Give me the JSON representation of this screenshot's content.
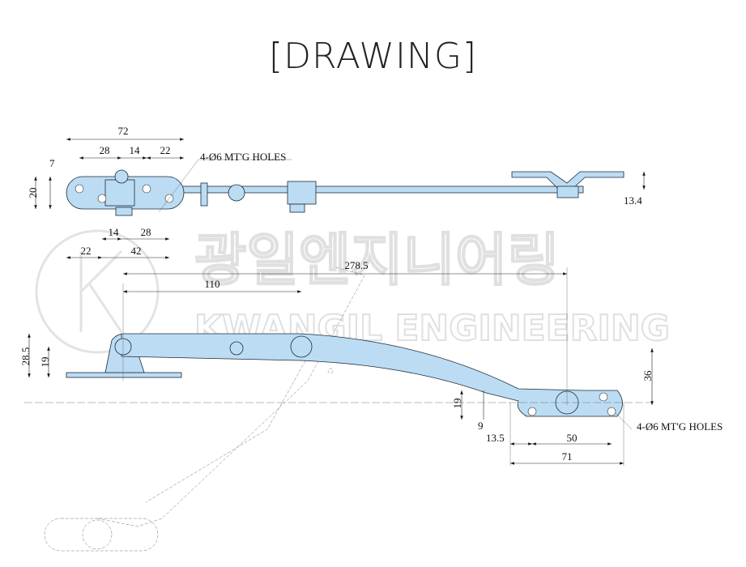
{
  "title": "[DRAWING]",
  "watermark": {
    "korean": "광일엔지니어링",
    "english": "KWANGIL ENGINEERING",
    "logo_letter": "K"
  },
  "colors": {
    "part_fill": "#bcdcf3",
    "outline": "#1b2a3a"
  },
  "top_view": {
    "dims": {
      "overall": "72",
      "d28a": "28",
      "d14a": "14",
      "d22a": "22",
      "h7": "7",
      "h20": "20",
      "d14b": "14",
      "d28b": "28",
      "d22b": "22",
      "d42": "42",
      "h13_4": "13.4"
    },
    "holes_note": "4-Ø6 MT'G HOLES"
  },
  "side_view": {
    "dims": {
      "reach": "278.5",
      "d110": "110",
      "h28_5": "28.5",
      "h19a": "19",
      "h36": "36",
      "h19b": "19",
      "d9": "9",
      "d13_5": "13.5",
      "d50": "50",
      "d71": "71"
    },
    "holes_note": "4-Ø6 MT'G HOLES"
  }
}
